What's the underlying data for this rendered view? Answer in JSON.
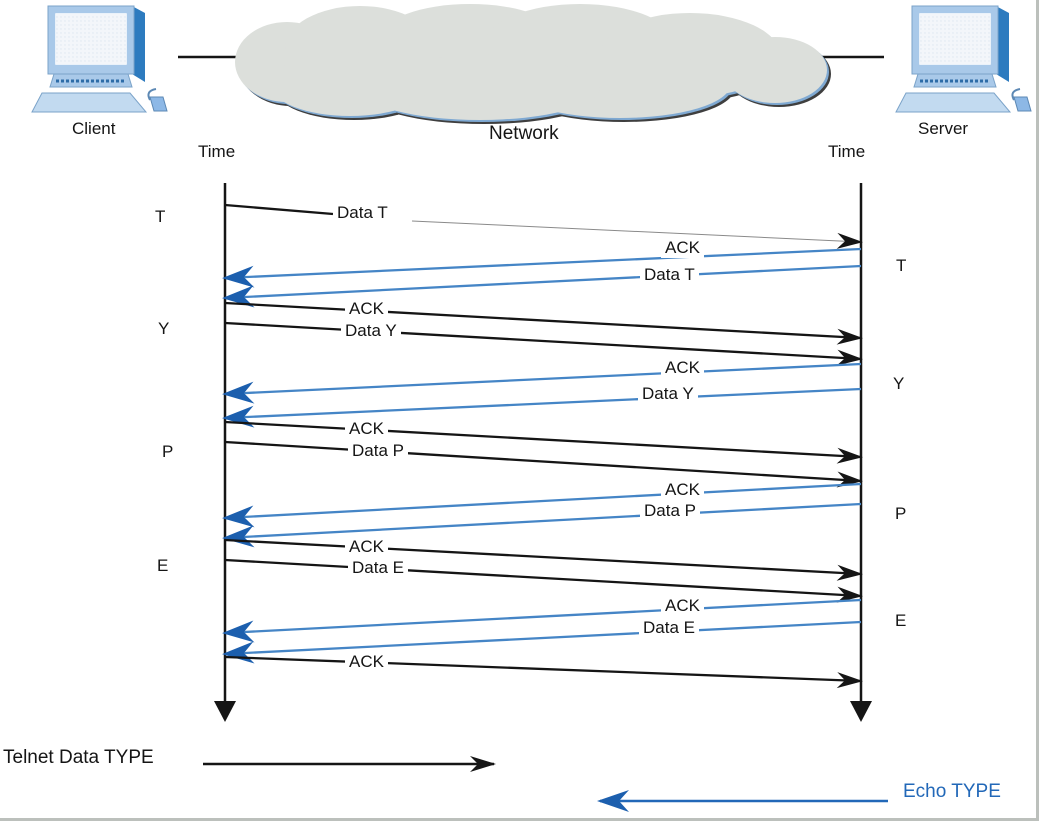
{
  "header": {
    "client_label": "Client",
    "network_label": "Network",
    "server_label": "Server",
    "client_time_label": "Time",
    "server_time_label": "Time"
  },
  "sequence": {
    "client_keystrokes": [
      "T",
      "Y",
      "P",
      "E"
    ],
    "server_echoes": [
      "T",
      "Y",
      "P",
      "E"
    ],
    "messages": [
      {
        "label": "Data T",
        "from": "client",
        "to": "server",
        "type": "telnet-data"
      },
      {
        "label": "ACK",
        "from": "server",
        "to": "client",
        "type": "echo"
      },
      {
        "label": "Data T",
        "from": "server",
        "to": "client",
        "type": "echo"
      },
      {
        "label": "ACK",
        "from": "client",
        "to": "server",
        "type": "telnet-data"
      },
      {
        "label": "Data Y",
        "from": "client",
        "to": "server",
        "type": "telnet-data"
      },
      {
        "label": "ACK",
        "from": "server",
        "to": "client",
        "type": "echo"
      },
      {
        "label": "Data Y",
        "from": "server",
        "to": "client",
        "type": "echo"
      },
      {
        "label": "ACK",
        "from": "client",
        "to": "server",
        "type": "telnet-data"
      },
      {
        "label": "Data P",
        "from": "client",
        "to": "server",
        "type": "telnet-data"
      },
      {
        "label": "ACK",
        "from": "server",
        "to": "client",
        "type": "echo"
      },
      {
        "label": "Data P",
        "from": "server",
        "to": "client",
        "type": "echo"
      },
      {
        "label": "ACK",
        "from": "client",
        "to": "server",
        "type": "telnet-data"
      },
      {
        "label": "Data E",
        "from": "client",
        "to": "server",
        "type": "telnet-data"
      },
      {
        "label": "ACK",
        "from": "server",
        "to": "client",
        "type": "echo"
      },
      {
        "label": "Data E",
        "from": "server",
        "to": "client",
        "type": "echo"
      },
      {
        "label": "ACK",
        "from": "client",
        "to": "server",
        "type": "telnet-data"
      }
    ]
  },
  "legend": {
    "telnet_data_label": "Telnet Data TYPE",
    "echo_label": "Echo TYPE"
  },
  "colors": {
    "telnet_data_line": "#151515",
    "echo_line": "#4585c6",
    "echo_arrowhead": "#1c5fae",
    "echo_text": "#2268b8",
    "cloud_fill": "#dcdfdb",
    "computer_blue": "#a9c9e9"
  }
}
